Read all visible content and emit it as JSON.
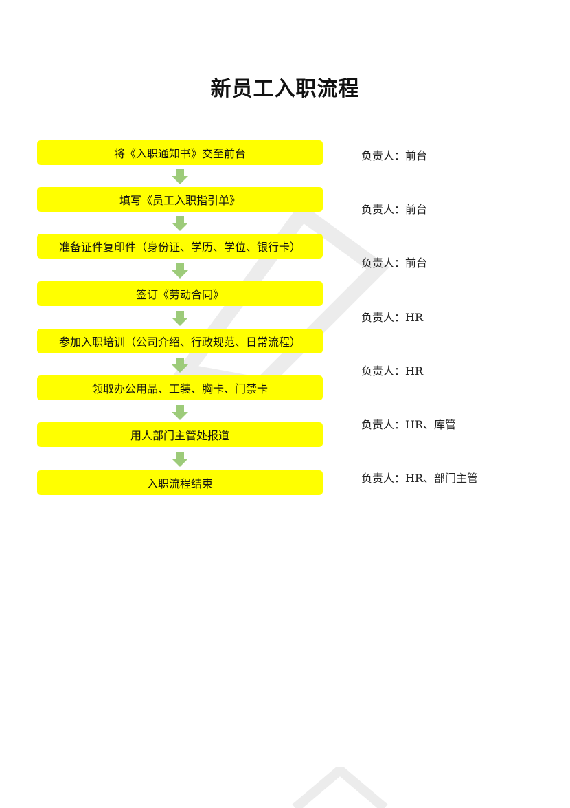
{
  "document": {
    "title": "新员工入职流程"
  },
  "colors": {
    "step_fill": "#ffff00",
    "arrow_fill": "#9dcb7a"
  },
  "steps": [
    {
      "label": "将《入职通知书》交至前台",
      "owner": "负责人：前台"
    },
    {
      "label": "填写《员工入职指引单》",
      "owner": "负责人：前台"
    },
    {
      "label": "准备证件复印件（身份证、学历、学位、银行卡）",
      "owner": "负责人：前台"
    },
    {
      "label": "签订《劳动合同》",
      "owner": "负责人：HR"
    },
    {
      "label": "参加入职培训（公司介绍、行政规范、日常流程）",
      "owner": "负责人：HR"
    },
    {
      "label": "领取办公用品、工装、胸卡、门禁卡",
      "owner": "负责人：HR、库管"
    },
    {
      "label": "用人部门主管处报道",
      "owner": "负责人：HR、部门主管"
    },
    {
      "label": "入职流程结束",
      "owner": ""
    }
  ],
  "owners_column": [
    "负责人：前台",
    "负责人：前台",
    "负责人：前台",
    "负责人：HR",
    "负责人：HR",
    "负责人：HR、库管",
    "负责人：HR、部门主管"
  ]
}
